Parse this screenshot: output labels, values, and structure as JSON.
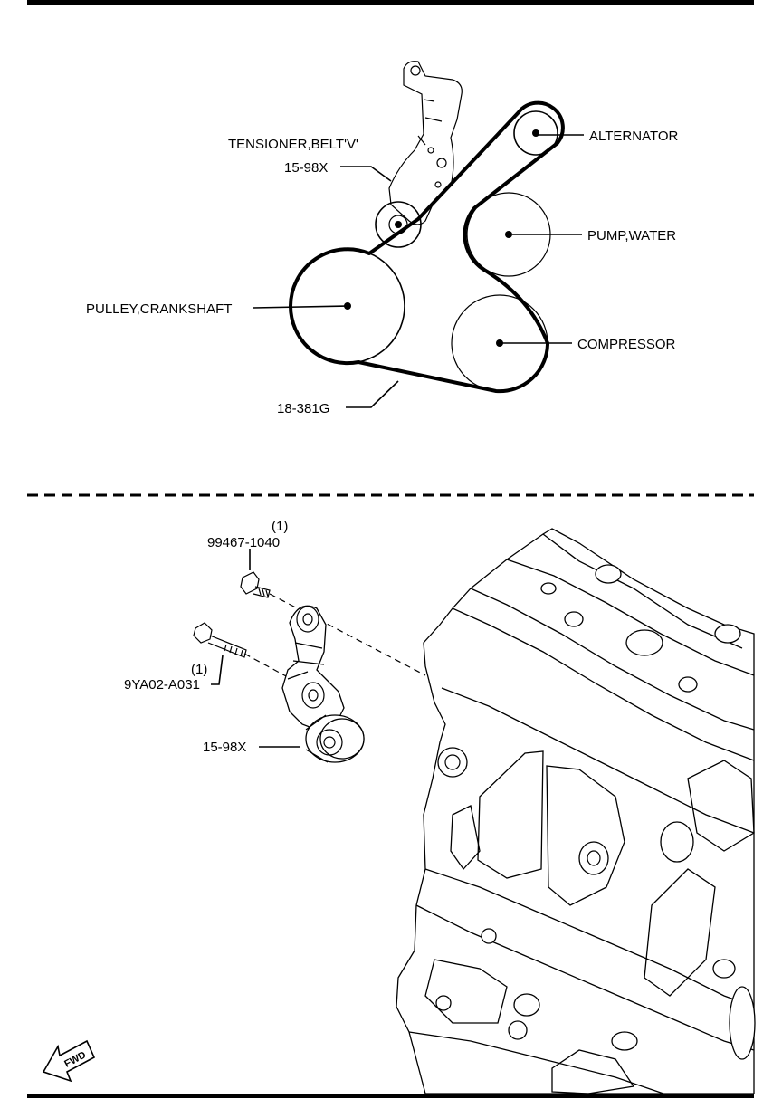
{
  "belt_layout": {
    "tensioner": {
      "name": "TENSIONER,BELT'V'",
      "part": "15-98X"
    },
    "alternator": "ALTERNATOR",
    "water_pump": "PUMP,WATER",
    "crankshaft_pulley": "PULLEY,CRANKSHAFT",
    "compressor": "COMPRESSOR",
    "belt_part": "18-381G"
  },
  "exploded_view": {
    "bolt_upper": {
      "qty": "(1)",
      "part": "99467-1040"
    },
    "bolt_lower": {
      "qty": "(1)",
      "part": "9YA02-A031"
    },
    "tensioner_part": "15-98X",
    "fwd_label": "FWD"
  }
}
